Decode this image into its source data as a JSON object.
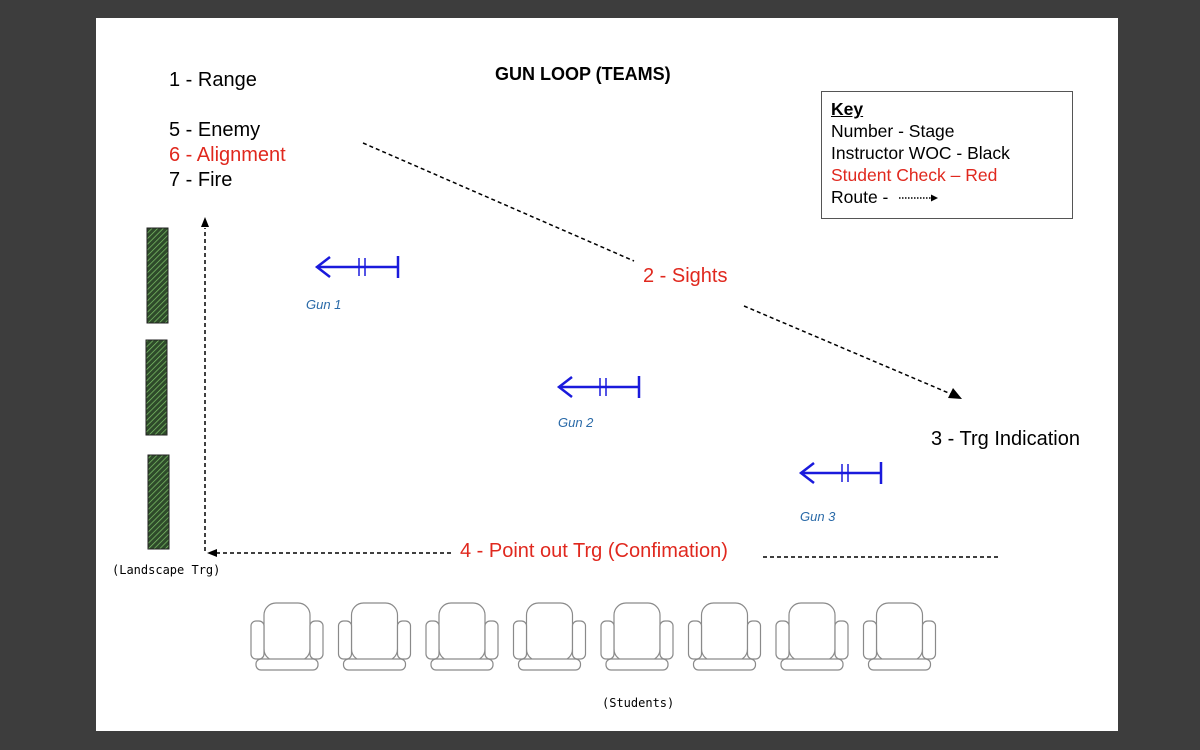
{
  "diagram": {
    "title": "GUN LOOP (TEAMS)",
    "stages_list": [
      {
        "text": "1 - Range",
        "color": "black"
      },
      {
        "text": "5 - Enemy",
        "color": "black"
      },
      {
        "text": "6 - Alignment",
        "color": "red"
      },
      {
        "text": "7 - Fire",
        "color": "black"
      }
    ],
    "stage_2": "2 - Sights",
    "stage_3": "3 - Trg Indication",
    "stage_4": "4 - Point out Trg (Confimation)",
    "guns": [
      "Gun 1",
      "Gun 2",
      "Gun 3"
    ],
    "landscape_label": "(Landscape Trg)",
    "students_label": "(Students)",
    "student_seats": 8,
    "target_panels": 3
  },
  "key": {
    "heading": "Key",
    "items": [
      {
        "text": "Number - Stage",
        "color": "black"
      },
      {
        "text": "Instructor WOC - Black",
        "color": "black"
      },
      {
        "text": "Student Check – Red",
        "color": "red"
      },
      {
        "text": "Route -",
        "color": "black",
        "icon": "dotted-arrow-icon"
      }
    ]
  },
  "colors": {
    "background": "#3d3d3d",
    "page": "#ffffff",
    "instructor_text": "#000000",
    "student_text": "#e0281e",
    "gun_symbol": "#1a1adc",
    "gun_label": "#2a6aa8",
    "target_fill": "#2e4a2a",
    "target_hatch": "#7fc46a"
  }
}
